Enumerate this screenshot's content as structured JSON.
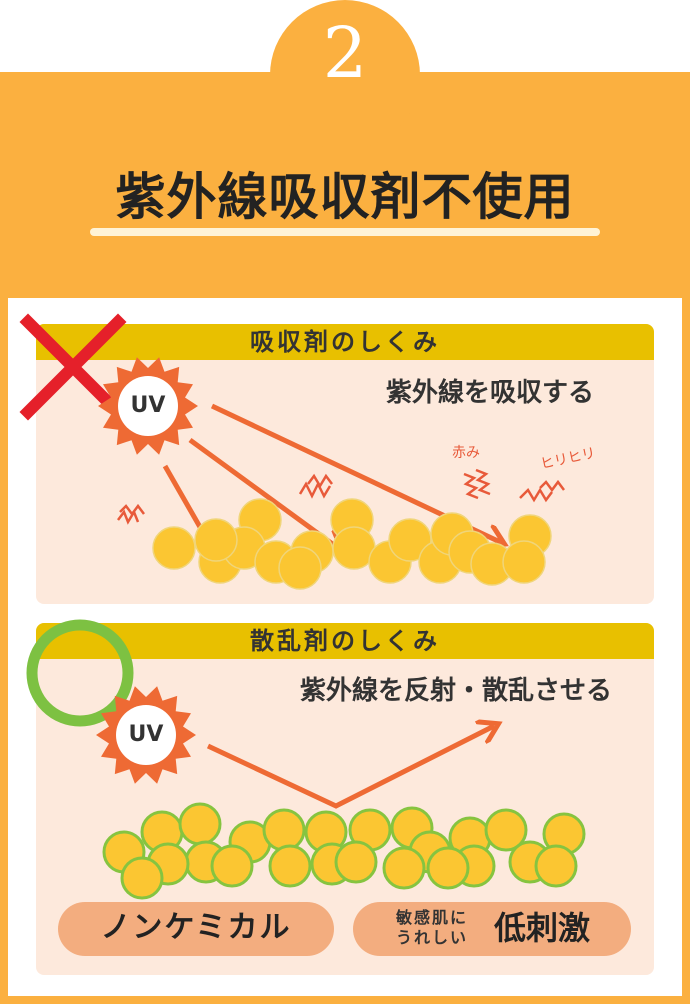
{
  "header": {
    "number": "2",
    "title": "紫外線吸収剤不使用"
  },
  "absorb_panel": {
    "heading": "吸収剤のしくみ",
    "subtitle": "紫外線を吸収する",
    "uv_label": "UV",
    "note_redness": "赤み",
    "note_tingling": "ヒリヒリ"
  },
  "scatter_panel": {
    "heading": "散乱剤のしくみ",
    "subtitle": "紫外線を反射・散乱させる",
    "uv_label": "UV"
  },
  "badges": {
    "non_chemical": "ノンケミカル",
    "gentle_line1": "敏感肌に",
    "gentle_line2": "うれしい",
    "low_irritation": "低刺激"
  },
  "colors": {
    "orange": "#fbb040",
    "band_yellow": "#e8c000",
    "panel_peach": "#fde9dc",
    "cross_red": "#e5202a",
    "circle_green": "#7dc142",
    "arrow_orange": "#ee6a34",
    "pill_salmon": "#f3ad7f"
  }
}
